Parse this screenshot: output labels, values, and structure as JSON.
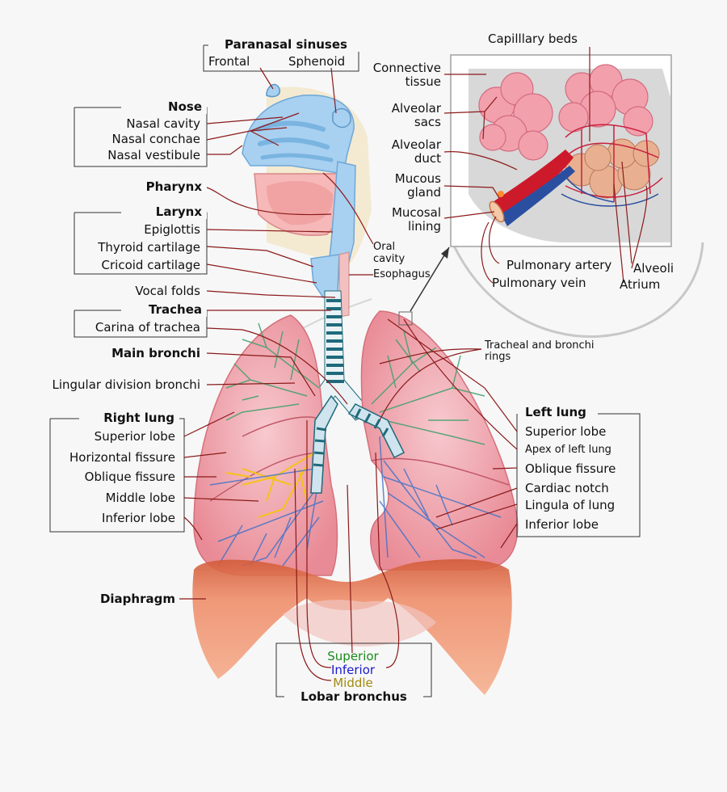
{
  "labels": {
    "paranasal_sinuses": "Paranasal sinuses",
    "frontal": "Frontal",
    "sphenoid": "Sphenoid",
    "nose": "Nose",
    "nasal_cavity": "Nasal cavity",
    "nasal_conchae": "Nasal conchae",
    "nasal_vestibule": "Nasal vestibule",
    "pharynx": "Pharynx",
    "larynx": "Larynx",
    "epiglottis": "Epiglottis",
    "thyroid_cartilage": "Thyroid cartilage",
    "cricoid_cartilage": "Cricoid cartilage",
    "vocal_folds": "Vocal folds",
    "trachea": "Trachea",
    "carina_of_trachea": "Carina of trachea",
    "main_bronchi": "Main bronchi",
    "lingular_division_bronchi": "Lingular division bronchi",
    "right_lung": "Right lung",
    "right_superior_lobe": "Superior lobe",
    "horizontal_fissure": "Horizontal fissure",
    "right_oblique_fissure": "Oblique fissure",
    "middle_lobe": "Middle lobe",
    "right_inferior_lobe": "Inferior lobe",
    "diaphragm": "Diaphragm",
    "oral_cavity_line1": "Oral",
    "oral_cavity_line2": "cavity",
    "esophagus": "Esophagus",
    "capillary_beds": "Capilllary beds",
    "connective_tissue_line1": "Connective",
    "connective_tissue_line2": "tissue",
    "alveolar_sacs_line1": "Alveolar",
    "alveolar_sacs_line2": "sacs",
    "alveolar_duct_line1": "Alveolar",
    "alveolar_duct_line2": "duct",
    "mucous_gland_line1": "Mucous",
    "mucous_gland_line2": "gland",
    "mucosal_lining_line1": "Mucosal",
    "mucosal_lining_line2": "lining",
    "pulmonary_artery": "Pulmonary artery",
    "pulmonary_vein": "Pulmonary vein",
    "alveoli": "Alveoli",
    "atrium": "Atrium",
    "rings_line1": "Tracheal and bronchi",
    "rings_line2": "rings",
    "left_lung": "Left lung",
    "left_superior_lobe": "Superior lobe",
    "apex_of_left_lung": "Apex of left lung",
    "left_oblique_fissure": "Oblique fissure",
    "cardiac_notch": "Cardiac notch",
    "lingula_of_lung": "Lingula of lung",
    "left_inferior_lobe": "Inferior lobe",
    "lobar_superior": "Superior",
    "lobar_inferior": "Inferior",
    "lobar_middle": "Middle",
    "lobar_bronchus": "Lobar bronchus"
  },
  "colors": {
    "lung": "#f0a8b0",
    "airway": "#a8d0f0",
    "diaphragm": "#e8764f",
    "trachea_ring": "#1f6a7a",
    "superior_text": "#1a8a1a",
    "inferior_text": "#1a1acc",
    "middle_text": "#a08a10",
    "leader": "#8b1a1a"
  }
}
